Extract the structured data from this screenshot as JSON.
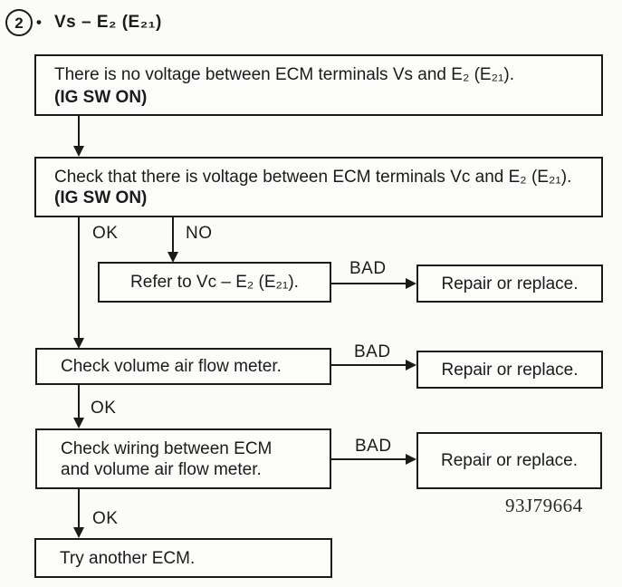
{
  "header": {
    "number": "2",
    "bullet": "•",
    "title": "Vs – E₂ (E₂₁)"
  },
  "boxes": {
    "symptom": {
      "text": "There is no voltage between ECM terminals Vs and E₂ (E₂₁).",
      "note": "(IG SW ON)"
    },
    "check_voltage": {
      "text": "Check that there is voltage between ECM terminals Vc and E₂ (E₂₁).",
      "note": "(IG SW ON)"
    },
    "refer": {
      "text": "Refer to Vc – E₂ (E₂₁)."
    },
    "repair_1": {
      "text": "Repair or replace."
    },
    "check_meter": {
      "text": "Check volume air flow meter."
    },
    "repair_2": {
      "text": "Repair or replace."
    },
    "check_wiring": {
      "line1": "Check wiring between ECM",
      "line2": "and volume air flow meter."
    },
    "repair_3": {
      "text": "Repair or replace."
    },
    "try_ecm": {
      "text": "Try another ECM."
    }
  },
  "labels": {
    "ok_1": "OK",
    "no_1": "NO",
    "bad_1": "BAD",
    "bad_2": "BAD",
    "ok_2": "OK",
    "bad_3": "BAD",
    "ok_3": "OK"
  },
  "footer": {
    "code": "93J79664"
  },
  "colors": {
    "ink": "#1b1b1b",
    "paper": "#fbfbf8"
  }
}
